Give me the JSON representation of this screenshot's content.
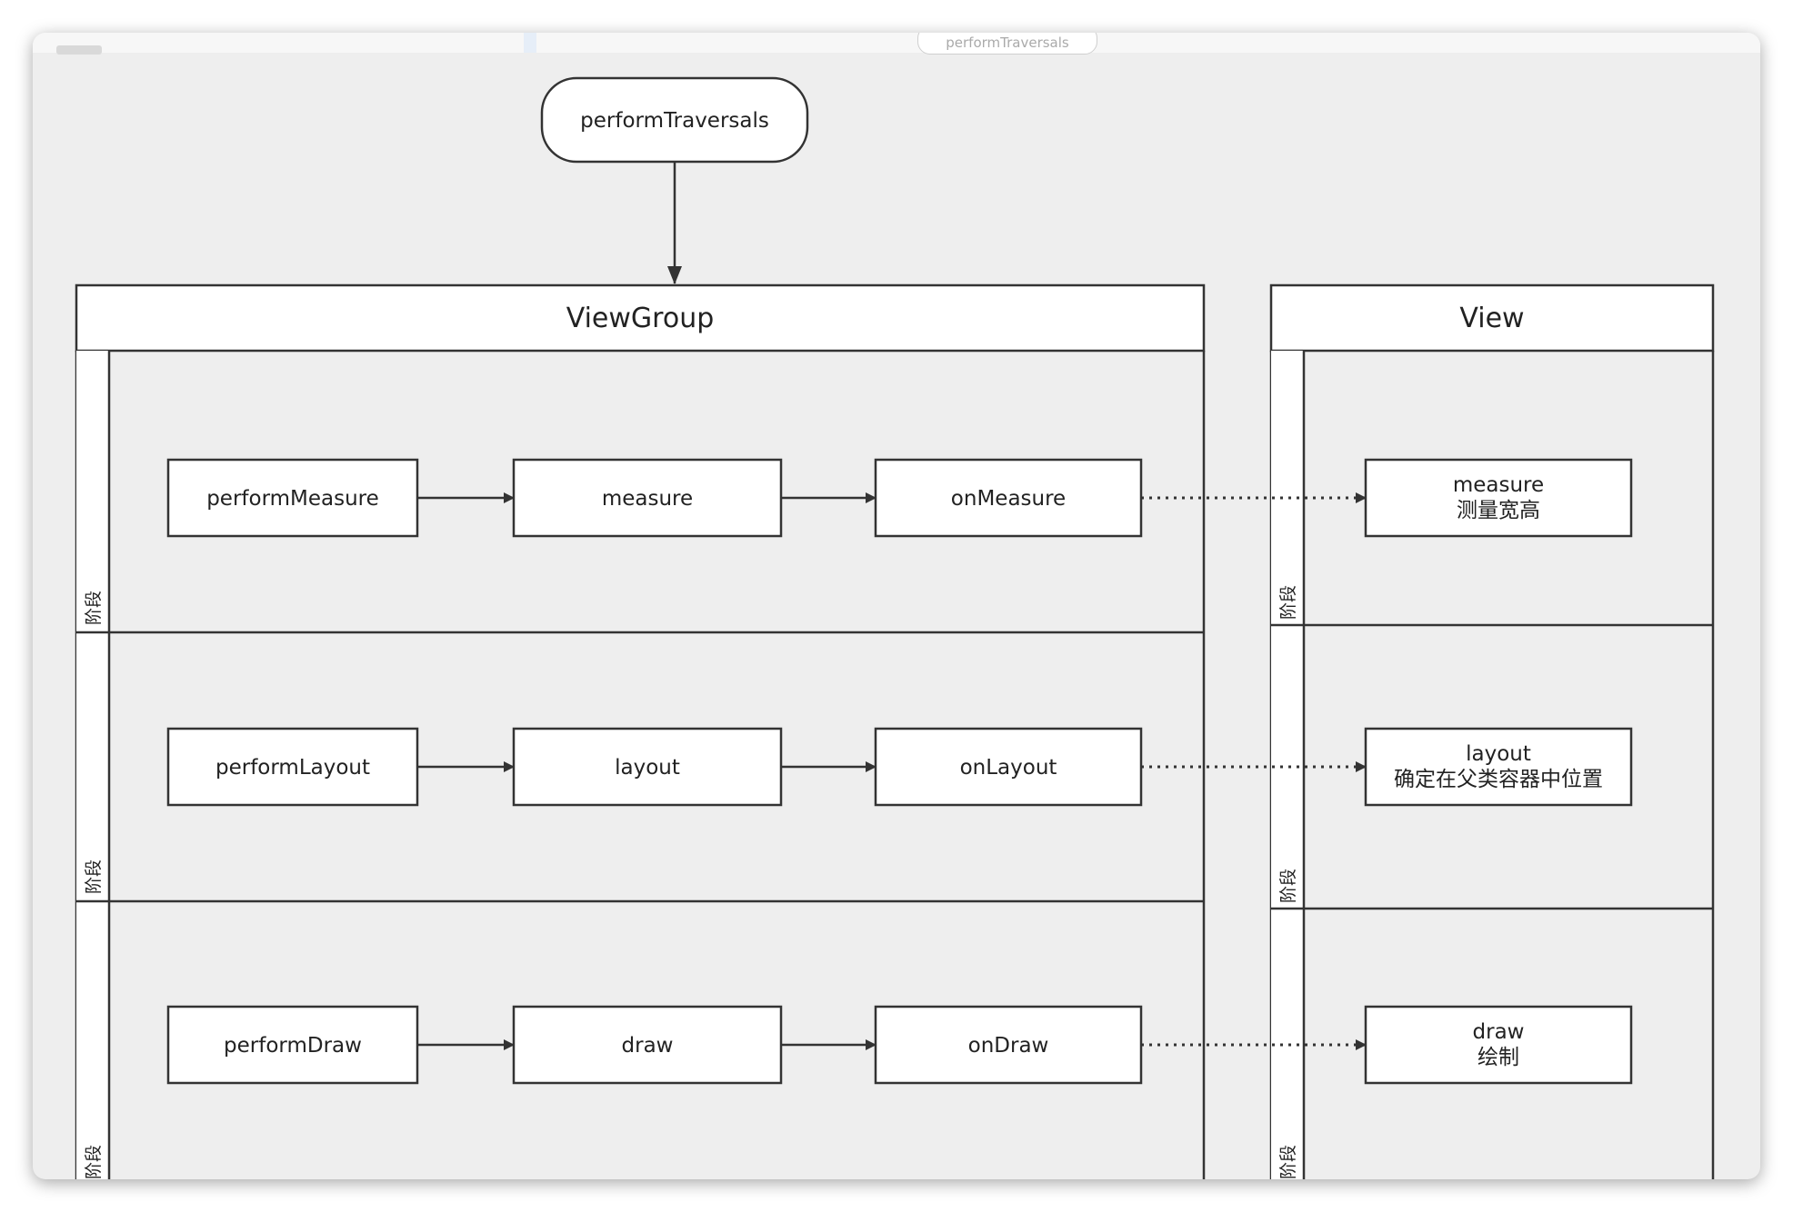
{
  "top_bar": {
    "pill_label": "performTraversals"
  },
  "start": {
    "label": "performTraversals"
  },
  "viewgroup": {
    "title": "ViewGroup",
    "lane_labels": [
      "阶段",
      "阶段",
      "阶段"
    ],
    "rows": [
      {
        "nodes": [
          "performMeasure",
          "measure",
          "onMeasure"
        ]
      },
      {
        "nodes": [
          "performLayout",
          "layout",
          "onLayout"
        ]
      },
      {
        "nodes": [
          "performDraw",
          "draw",
          "onDraw"
        ]
      }
    ]
  },
  "view": {
    "title": "View",
    "lane_labels": [
      "阶段",
      "阶段",
      "阶段"
    ],
    "nodes": [
      {
        "line1": "measure",
        "line2": "测量宽高"
      },
      {
        "line1": "layout",
        "line2": "确定在父类容器中位置"
      },
      {
        "line1": "draw",
        "line2": "绘制"
      }
    ]
  },
  "colors": {
    "canvas": "#eeeeee",
    "stroke": "#333333",
    "box_fill": "#ffffff"
  }
}
